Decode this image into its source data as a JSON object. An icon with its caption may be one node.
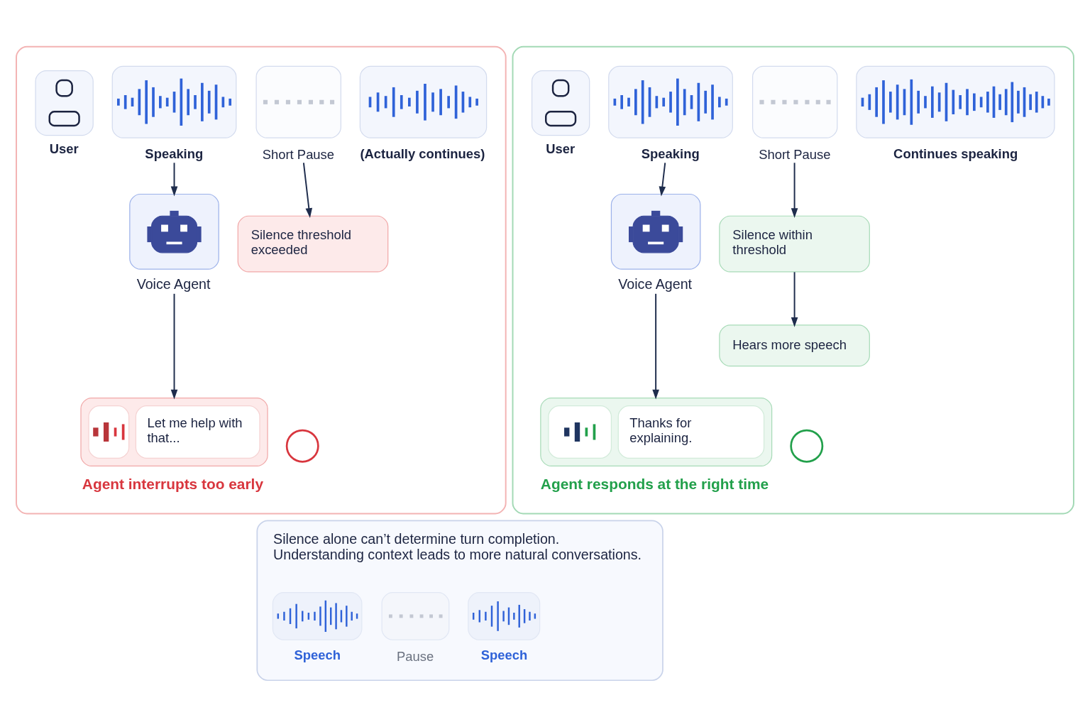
{
  "diagram": {
    "nodes": [
      {
        "text": [],
        "shape": "box"
      },
      {
        "text": [
          "User"
        ],
        "in": 0
      },
      {
        "text": [
          "Speaking"
        ],
        "in": 0
      },
      {
        "text": [
          "Short Pause"
        ],
        "in": 0
      },
      {
        "text": [
          "(Actually continues)"
        ],
        "in": 0
      },
      {
        "text": [
          "Voice Agent"
        ],
        "in": 0
      },
      {
        "text": [
          "Silence threshold exceeded"
        ],
        "in": 0
      },
      {
        "text": [
          "Let me help with that..."
        ],
        "beside": [
          "Agent interrupts too early"
        ],
        "in": 0
      },
      {
        "text": [],
        "shape": "circle",
        "in": 0
      },
      {
        "text": [],
        "shape": "box"
      },
      {
        "text": [
          "User"
        ],
        "in": 9
      },
      {
        "text": [
          "Speaking"
        ],
        "in": 9
      },
      {
        "text": [
          "Short Pause"
        ],
        "in": 9
      },
      {
        "text": [
          "Continues speaking"
        ],
        "in": 9
      },
      {
        "text": [
          "Voice Agent"
        ],
        "in": 9
      },
      {
        "text": [
          "Silence within threshold"
        ],
        "in": 9
      },
      {
        "text": [
          "Hears more speech"
        ],
        "in": 9
      },
      {
        "text": [
          "Thanks for explaining."
        ],
        "beside": [
          "Agent responds at the right time"
        ],
        "in": 9
      },
      {
        "text": [],
        "shape": "circle",
        "in": 9
      },
      {
        "text": [
          "Silence alone can’t determine turn completion.",
          "Understanding context leads to more natural conversations."
        ]
      },
      {
        "text": [
          "Speech"
        ],
        "in": 19
      },
      {
        "text": [
          "Pause"
        ],
        "in": 19
      },
      {
        "text": [
          "Speech"
        ],
        "in": 19
      }
    ],
    "edges": [
      {
        "from": 2,
        "to": 5,
        "arrow": "to"
      },
      {
        "from": 3,
        "to": 6,
        "arrow": "to"
      },
      {
        "from": 5,
        "to": 7,
        "arrow": "to"
      },
      {
        "from": 11,
        "to": 14,
        "arrow": "to"
      },
      {
        "from": 12,
        "to": 15,
        "arrow": "to"
      },
      {
        "from": 15,
        "to": 16,
        "arrow": "to"
      },
      {
        "from": 14,
        "to": 17,
        "arrow": "to"
      }
    ]
  }
}
